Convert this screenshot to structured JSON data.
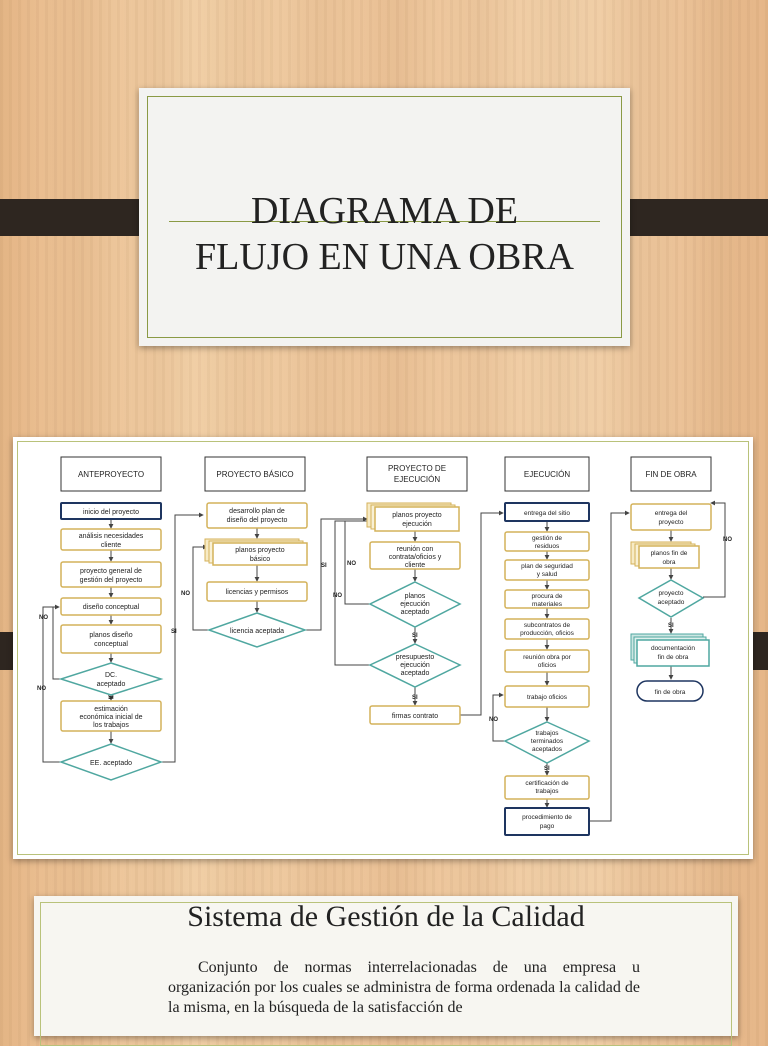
{
  "slide1": {
    "title_line1": "DIAGRAMA DE",
    "title_line2": "FLUJO EN UNA OBRA"
  },
  "diagram": {
    "headers": [
      "ANTEPROYECTO",
      "PROYECTO BÁSICO",
      "PROYECTO DE EJECUCIÓN",
      "EJECUCIÓN",
      "FIN DE OBRA"
    ],
    "col1": {
      "inicio": "inicio del proyecto",
      "analisis": [
        "análisis necesidades",
        "cliente"
      ],
      "proyecto_general": [
        "proyecto general de",
        "gestión del proyecto"
      ],
      "diseno": "diseño conceptual",
      "planos": [
        "planos diseño",
        "conceptual"
      ],
      "dc": [
        "DC.",
        "aceptado"
      ],
      "estimacion": [
        "estimación",
        "económica inicial de",
        "los trabajos"
      ],
      "ee": "EE. aceptado"
    },
    "col2": {
      "desarrollo": [
        "desarrollo plan de",
        "diseño del proyecto"
      ],
      "planos": [
        "planos proyecto",
        "básico"
      ],
      "licencias": "licencias y permisos",
      "licencia_aceptada": "licencia aceptada"
    },
    "col3": {
      "planos": [
        "planos proyecto",
        "ejecución"
      ],
      "reunion": [
        "reunión con",
        "contrata/oficios y",
        "cliente"
      ],
      "planos_aceptado": [
        "planos",
        "ejecución",
        "aceptado"
      ],
      "presupuesto": [
        "presupuesto",
        "ejecución",
        "aceptado"
      ],
      "firmas": "firmas contrato"
    },
    "col4": {
      "entrega": "entrega del sitio",
      "gestion": [
        "gestión de",
        "residuos"
      ],
      "plan": [
        "plan de seguridad",
        "y salud"
      ],
      "procura": [
        "procura de",
        "materiales"
      ],
      "subcontratos": [
        "subcontratos de",
        "producción, oficios"
      ],
      "reunion": [
        "reunión obra por",
        "oficios"
      ],
      "trabajo": "trabajo oficios",
      "terminados": [
        "trabajos",
        "terminados",
        "aceptados"
      ],
      "certificacion": [
        "certificación de",
        "trabajos"
      ],
      "procedimiento": [
        "procedimiento de",
        "pago"
      ]
    },
    "col5": {
      "entrega": [
        "entrega del",
        "proyecto"
      ],
      "planos": [
        "planos fin de",
        "obra"
      ],
      "aceptado": [
        "proyecto",
        "aceptado"
      ],
      "documentacion": [
        "documentación",
        "fin de obra"
      ],
      "fin": "fin de obra"
    },
    "labels": {
      "si": "SI",
      "no": "NO"
    },
    "colors": {
      "gold": "#d4b25a",
      "teal": "#4fa7a0",
      "navy": "#1e3560",
      "line": "#444444"
    }
  },
  "slide3": {
    "title": "Sistema de Gestión de la Calidad",
    "body": "Conjunto de normas interrelacionadas de una empresa u organización por los cuales se administra de forma ordenada la calidad de la misma, en la búsqueda de la satisfacción de"
  }
}
